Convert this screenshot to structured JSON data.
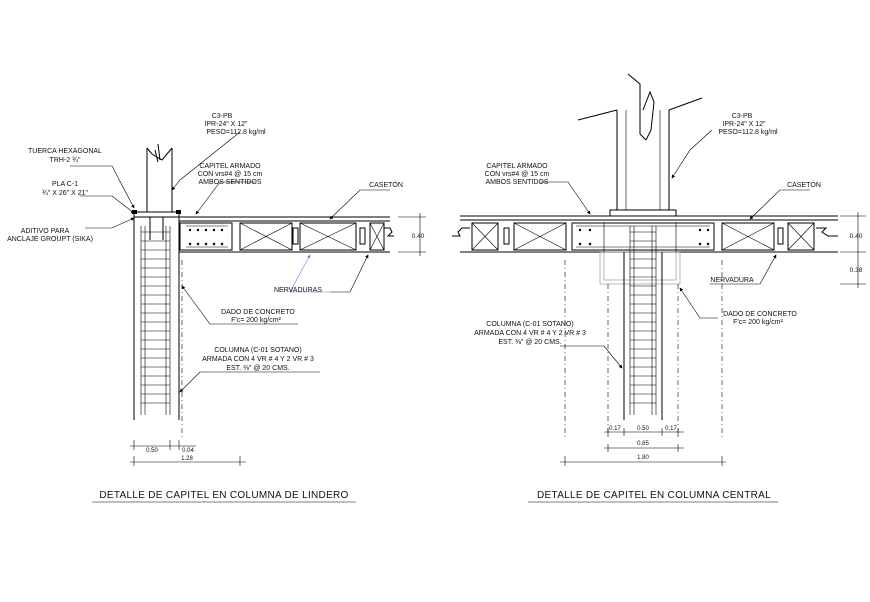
{
  "left": {
    "title": "DETALLE DE CAPITEL EN COLUMNA DE LINDERO",
    "beam": [
      "C3-PB",
      "IPR-24\" X 12\"",
      "PESO=112.8 kg/ml"
    ],
    "nut": [
      "TUERCA HEXAGONAL",
      "TRH-2 ¾\""
    ],
    "plate": [
      "PLA C-1",
      "¾\" X 26\" X 21\""
    ],
    "additive": [
      "ADITIVO PARA",
      "ANCLAJE GROUPT (SIKA)"
    ],
    "capital": [
      "CAPITEL ARMADO",
      "CON vrs#4 @ 15 cm",
      "AMBOS SENTIDOS"
    ],
    "caseton": "CASETÓN",
    "nervaduras": "NERVADURAS",
    "dado": [
      "DADO DE CONCRETO",
      "F'c= 200 kg/cm²"
    ],
    "column": [
      "COLUMNA (C-01 SOTANO)",
      "ARMADA CON 4 VR # 4 Y 2 VR # 3",
      "EST. ⅜\" @ 20 CMS."
    ],
    "dim_slab": "0.40",
    "dim_a": "0.50",
    "dim_b": "0.04",
    "dim_total": "1.28"
  },
  "right": {
    "title": "DETALLE DE CAPITEL EN COLUMNA CENTRAL",
    "beam": [
      "C3-PB",
      "IPR-24\" X 12\"",
      "PESO=112.8 kg/ml"
    ],
    "capital": [
      "CAPITEL ARMADO",
      "CON vrs#4 @ 15 cm",
      "AMBOS SENTIDOS"
    ],
    "caseton": "CASETÓN",
    "nervadura": "NERVADURA",
    "dado": [
      "DADO DE CONCRETO",
      "F'c= 200 kg/cm²"
    ],
    "column": [
      "COLUMNA (C-01 SOTANO)",
      "ARMADA CON 4 VR # 4 Y 2 VR # 3",
      "EST. ⅜\" @ 20 CMS."
    ],
    "dim_slab": "0.40",
    "dim_dado": "0.38",
    "dim_a": "0.17",
    "dim_b": "0.50",
    "dim_c": "0.17",
    "dim_mid": "0.85",
    "dim_total": "1.80"
  }
}
